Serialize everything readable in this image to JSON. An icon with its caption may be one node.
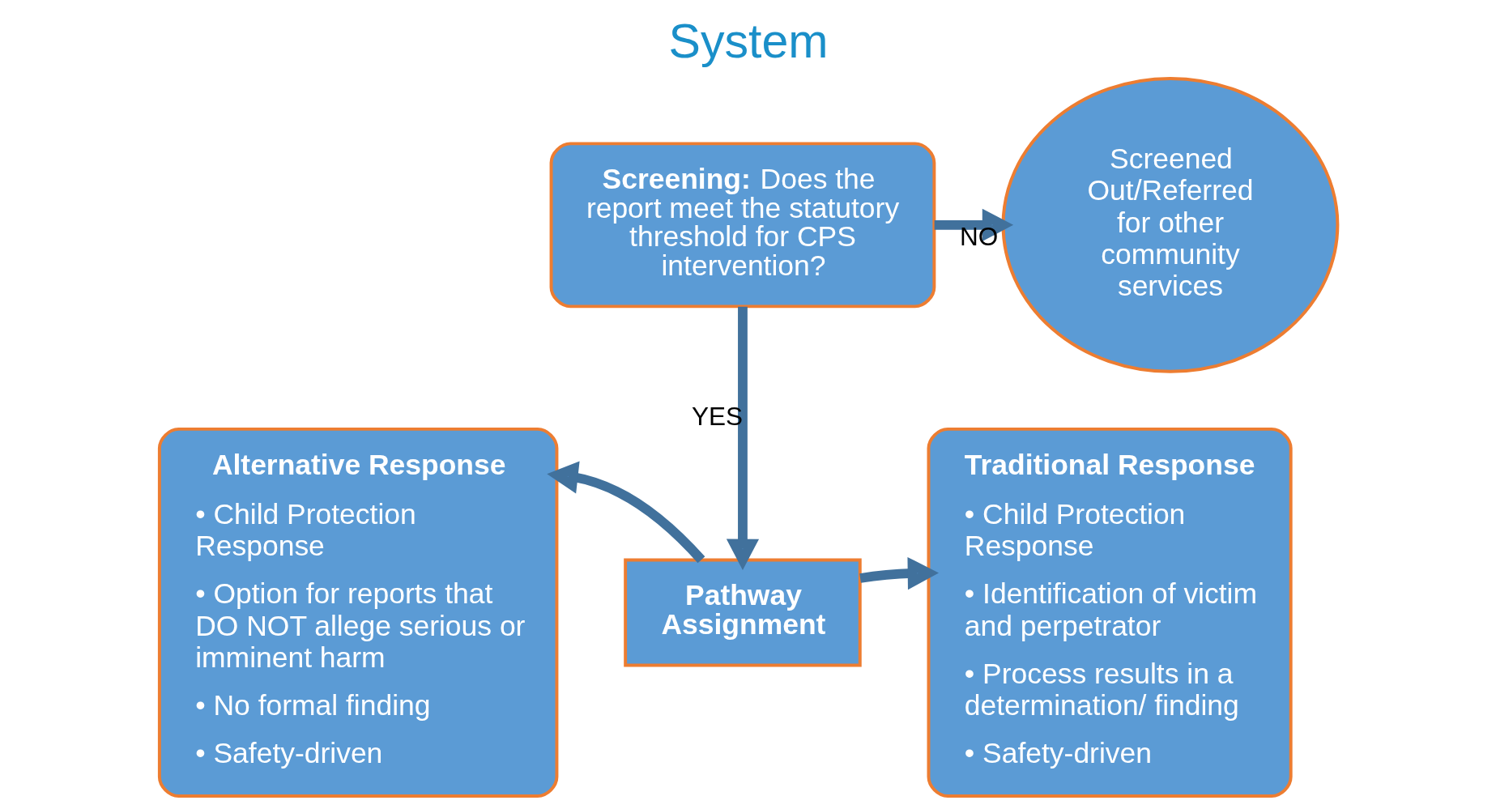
{
  "diagram": {
    "title": "System",
    "nodes": [
      {
        "text": [
          "**Screening:**  Does the report meet the statutory threshold for CPS intervention?"
        ]
      },
      {
        "text": [
          "Screened Out/Referred for other community services"
        ]
      },
      {
        "text": [
          "Pathway Assignment"
        ]
      },
      {
        "text": [
          "Alternative Response",
          "• Child Protection Response",
          "• Option for reports that DO NOT allege serious or imminent harm",
          "• No formal finding",
          "• Safety-driven"
        ]
      },
      {
        "text": [
          "Traditional Response",
          "• Child Protection Response",
          "• Identification of victim and perpetrator",
          "• Process results in a determination/ finding",
          "• Safety-driven"
        ]
      }
    ],
    "edges": [
      {
        "from": 0,
        "to": 1,
        "arrow": "to",
        "label": "NO"
      },
      {
        "from": 0,
        "to": 2,
        "arrow": "to",
        "label": "YES"
      },
      {
        "from": 2,
        "to": 3,
        "arrow": "to"
      },
      {
        "from": 2,
        "to": 4,
        "arrow": "to"
      }
    ]
  }
}
